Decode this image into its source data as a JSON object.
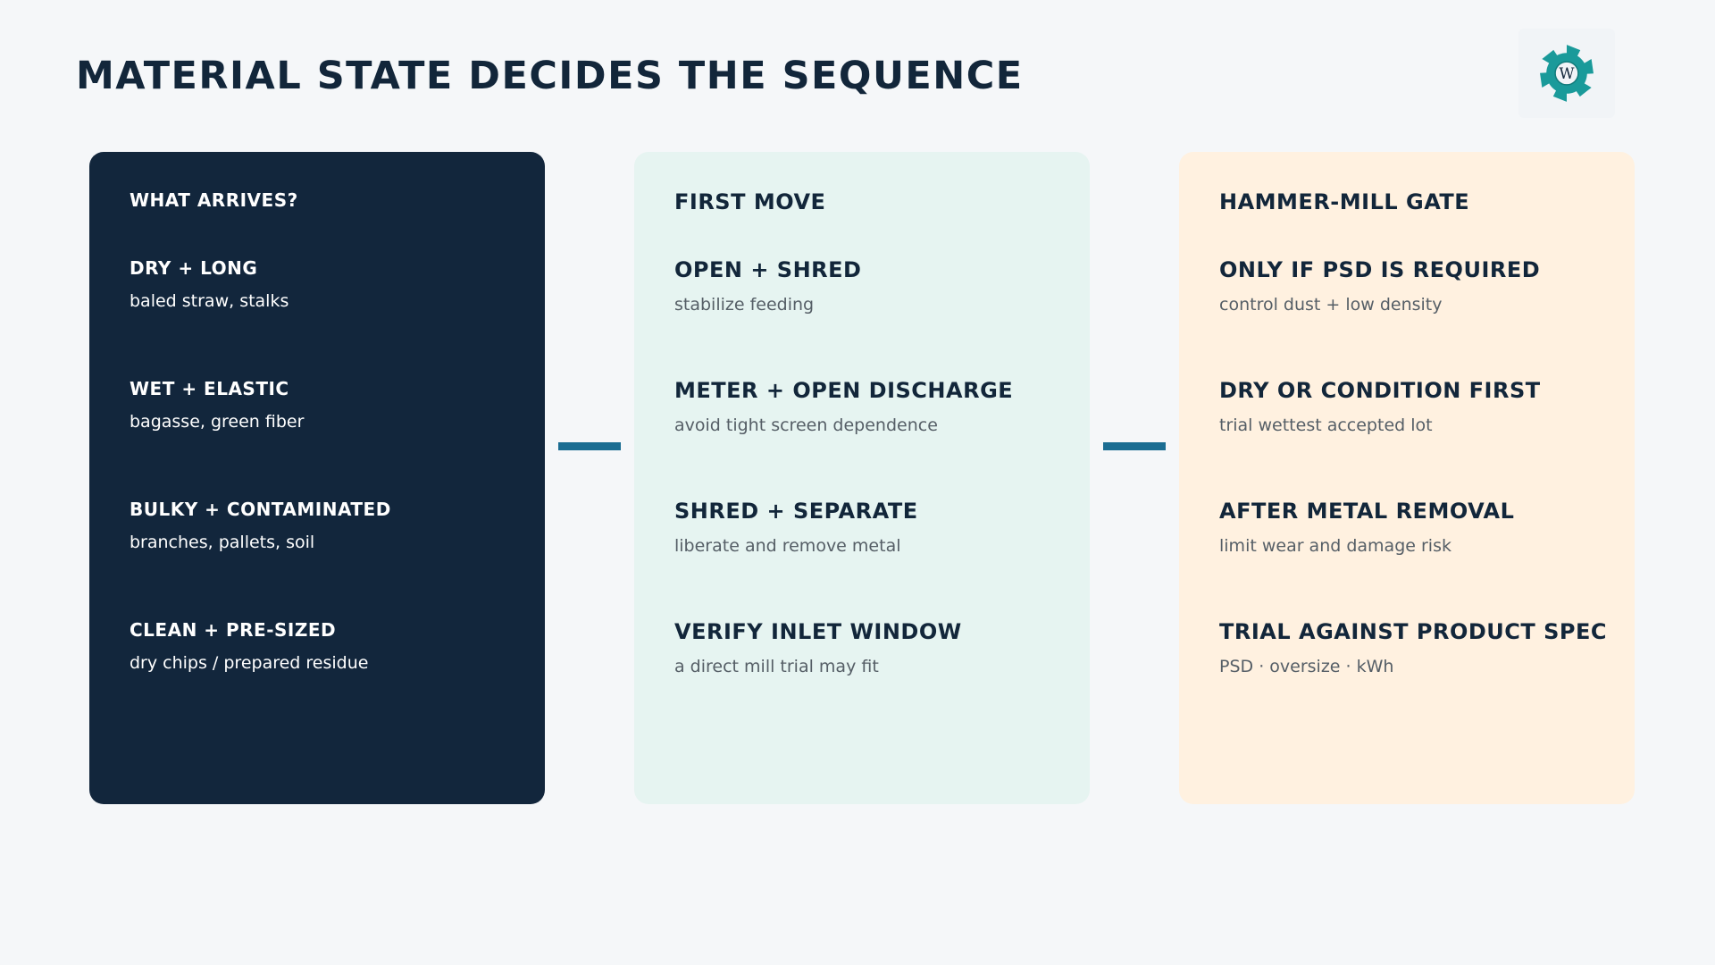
{
  "page": {
    "title": "MATERIAL STATE DECIDES THE SEQUENCE"
  },
  "logo": {
    "icon": "gear-shredder-logo-icon",
    "letter": "W",
    "color": "#1a9a9a"
  },
  "colors": {
    "background": "#f5f7f9",
    "dark_panel": "#12263c",
    "mint_panel": "#e6f4f1",
    "cream_panel": "#fff1e0",
    "connector": "#1b6d92",
    "text_dark": "#12263a",
    "text_muted": "#555e66"
  },
  "columns": [
    {
      "header": "WHAT ARRIVES?",
      "items": [
        {
          "title": "DRY + LONG",
          "subtitle": "baled straw, stalks"
        },
        {
          "title": "WET + ELASTIC",
          "subtitle": "bagasse, green fiber"
        },
        {
          "title": "BULKY + CONTAMINATED",
          "subtitle": "branches, pallets, soil"
        },
        {
          "title": "CLEAN + PRE-SIZED",
          "subtitle": "dry chips / prepared residue"
        }
      ]
    },
    {
      "header": "FIRST MOVE",
      "items": [
        {
          "title": "OPEN + SHRED",
          "subtitle": "stabilize feeding"
        },
        {
          "title": "METER + OPEN DISCHARGE",
          "subtitle": "avoid tight screen dependence"
        },
        {
          "title": "SHRED + SEPARATE",
          "subtitle": "liberate and remove metal"
        },
        {
          "title": "VERIFY INLET WINDOW",
          "subtitle": "a direct mill trial may fit"
        }
      ]
    },
    {
      "header": "HAMMER-MILL GATE",
      "items": [
        {
          "title": "ONLY IF PSD IS REQUIRED",
          "subtitle": "control dust + low density"
        },
        {
          "title": "DRY OR CONDITION FIRST",
          "subtitle": "trial wettest accepted lot"
        },
        {
          "title": "AFTER METAL REMOVAL",
          "subtitle": "limit wear and damage risk"
        },
        {
          "title": "TRIAL AGAINST PRODUCT SPEC",
          "subtitle": "PSD · oversize · kWh"
        }
      ]
    }
  ]
}
